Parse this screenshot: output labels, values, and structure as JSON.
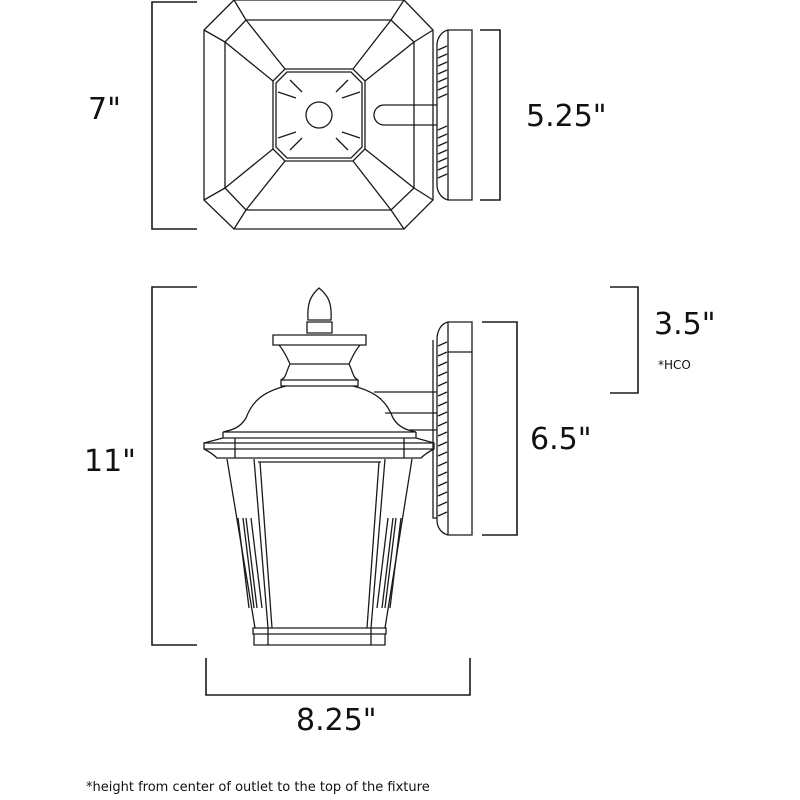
{
  "top_view": {
    "depth_label": "7\"",
    "backplate_width_label": "5.25\""
  },
  "side_view": {
    "height_label": "11\"",
    "backplate_height_label": "6.5\"",
    "hco_label": "3.5\"",
    "hco_marker": "*HCO",
    "width_label": "8.25\""
  },
  "footnote": "*height from center of outlet to the top of the fixture",
  "colors": {
    "line": "#1a1a1a",
    "background": "#ffffff"
  }
}
